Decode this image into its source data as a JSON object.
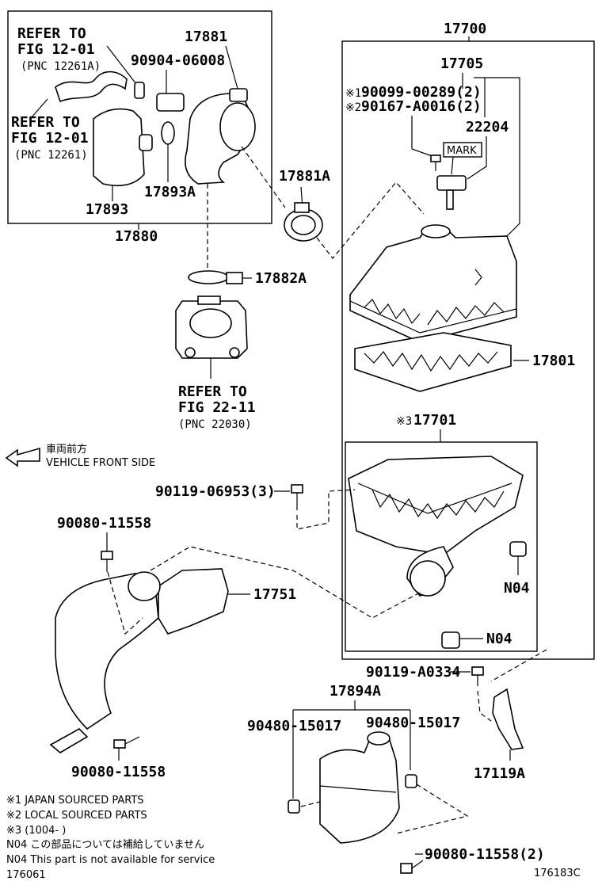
{
  "labels": {
    "refer_top_1": "REFER TO",
    "refer_top_2": "FIG 12-01",
    "refer_top_3": "(PNC 12261A)",
    "refer_mid_1": "REFER TO",
    "refer_mid_2": "FIG 12-01",
    "refer_mid_3": "(PNC 12261)",
    "p17881": "17881",
    "p90904": "90904-06008",
    "p17893": "17893",
    "p17893A": "17893A",
    "p17880": "17880",
    "p17881A": "17881A",
    "p17882A": "17882A",
    "refer_tb_1": "REFER TO",
    "refer_tb_2": "FIG 22-11",
    "refer_tb_3": "(PNC 22030)",
    "p17700": "17700",
    "p17705": "17705",
    "p90099": "90099-00289(2)",
    "p90167": "90167-A0016(2)",
    "mark1": "※1",
    "mark2": "※2",
    "mark3": "※3",
    "p22204": "22204",
    "mark_box": "MARK",
    "p17801": "17801",
    "p17701": "17701",
    "front_jp": "車両前方",
    "front_en": "VEHICLE FRONT SIDE",
    "p90119_06953": "90119-06953(3)",
    "p90080_top": "90080-11558",
    "p17751": "17751",
    "pN04a": "N04",
    "pN04b": "N04",
    "p90080_bot": "90080-11558",
    "p90119_A0334": "90119-A0334",
    "p17894A": "17894A",
    "p90480a": "90480-15017",
    "p90480b": "90480-15017",
    "p17119A": "17119A",
    "p90080_2": "90080-11558(2)",
    "doc_id": "176183C"
  },
  "notes": {
    "n1": "※1 JAPAN SOURCED PARTS",
    "n2": "※2 LOCAL SOURCED PARTS",
    "n3": "※3 (1004-      )",
    "n4": "N04  この部品については補給していません",
    "n5": "N04  This part is not available for service",
    "n6": "176061"
  }
}
